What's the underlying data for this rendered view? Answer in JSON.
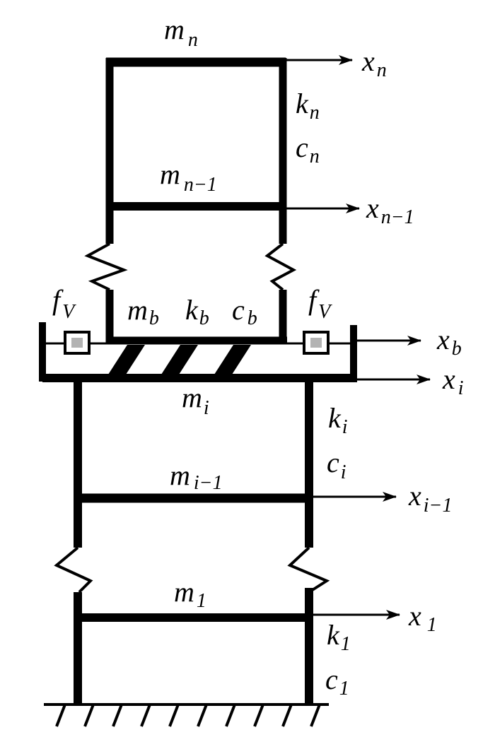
{
  "labels": {
    "m_n": {
      "base": "m",
      "sub": "n"
    },
    "x_n": {
      "base": "x",
      "sub": "n"
    },
    "k_n": {
      "base": "k",
      "sub": "n"
    },
    "c_n": {
      "base": "c",
      "sub": "n"
    },
    "m_n1": {
      "base": "m",
      "sub": "n−1"
    },
    "x_n1": {
      "base": "x",
      "sub": "n−1"
    },
    "fv_left": {
      "base": "f",
      "sub": "V"
    },
    "fv_right": {
      "base": "f",
      "sub": "V"
    },
    "m_b": {
      "base": "m",
      "sub": "b"
    },
    "k_b": {
      "base": "k",
      "sub": "b"
    },
    "c_b": {
      "base": "c",
      "sub": "b"
    },
    "x_b": {
      "base": "x",
      "sub": "b"
    },
    "x_i": {
      "base": "x",
      "sub": "i"
    },
    "m_i": {
      "base": "m",
      "sub": "i"
    },
    "k_i": {
      "base": "k",
      "sub": "i"
    },
    "c_i": {
      "base": "c",
      "sub": "i"
    },
    "m_i1": {
      "base": "m",
      "sub": "i−1"
    },
    "x_i1": {
      "base": "x",
      "sub": "i−1"
    },
    "m_1": {
      "base": "m",
      "sub": "1"
    },
    "x_1": {
      "base": "x",
      "sub": "1"
    },
    "k_1": {
      "base": "k",
      "sub": "1"
    },
    "c_1": {
      "base": "c",
      "sub": "1"
    }
  }
}
